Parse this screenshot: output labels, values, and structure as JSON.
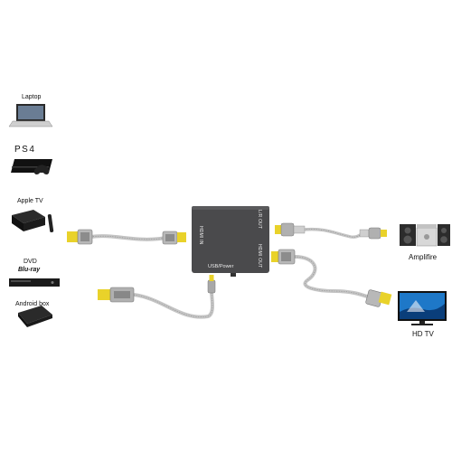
{
  "sources": {
    "laptop": "Laptop",
    "ps4_brand": "PS4",
    "apple_tv": "Apple TV",
    "dvd": "DVD",
    "bluray_brand": "Blu-ray",
    "android": "Android box"
  },
  "converter": {
    "hdmi_in": "HDMI IN",
    "lr_out": "L/R OUT",
    "hdmi_out": "HDMI OUT",
    "usb_power": "USB/Power"
  },
  "outputs": {
    "amplifier": "Amplifire",
    "hdtv": "HD TV"
  },
  "colors": {
    "device_body": "#4a4a4c",
    "hdmi_connector": "#e9d22a",
    "cable": "#c4c4c4"
  }
}
